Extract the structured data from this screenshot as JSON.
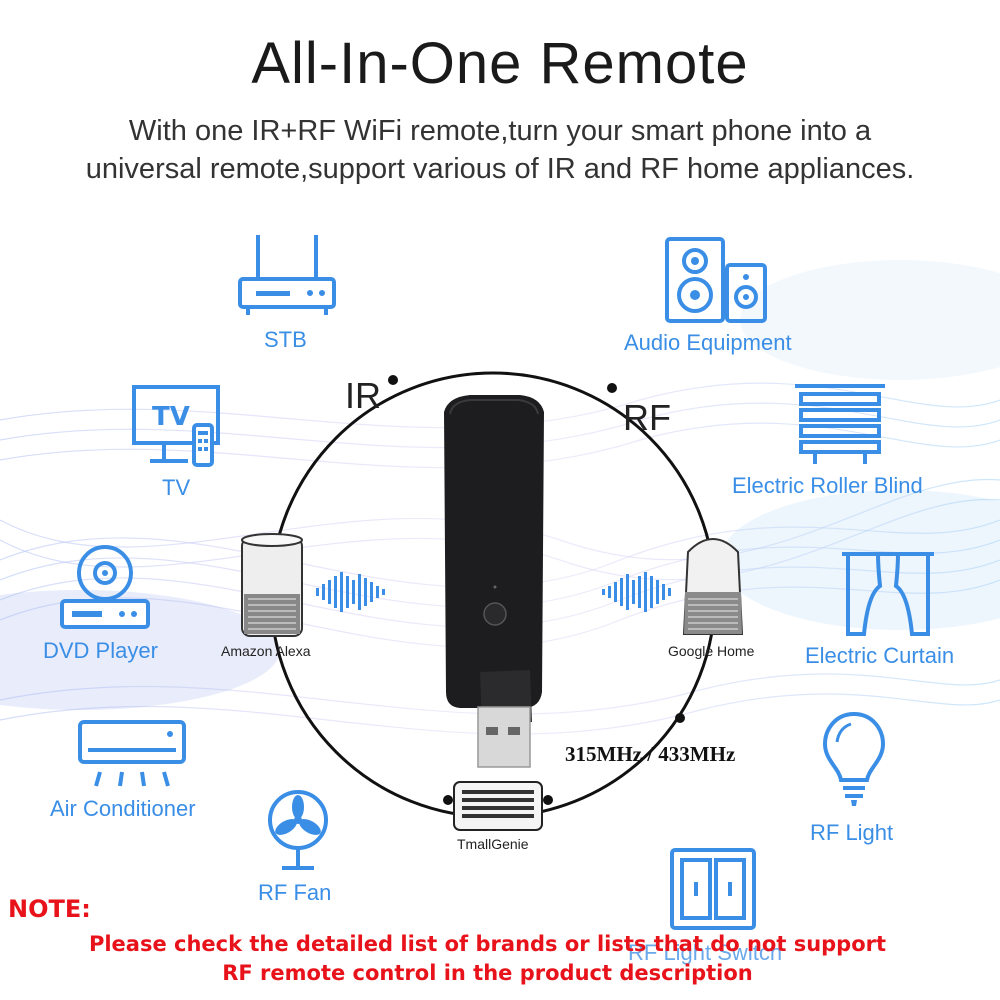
{
  "header": {
    "title": "All-In-One Remote",
    "subtitle_line1": "With one IR+RF WiFi remote,turn your smart phone into a",
    "subtitle_line2": "universal remote,support various of IR and RF home appliances."
  },
  "hub": {
    "ir_label": "IR",
    "rf_label": "RF",
    "frequency": "315MHz / 433MHz",
    "speakers": {
      "left": "Amazon Alexa",
      "right": "Google Home",
      "bottom": "TmallGenie"
    }
  },
  "devices_ir": {
    "stb": "STB",
    "tv": "TV",
    "dvd": "DVD Player",
    "ac": "Air Conditioner",
    "fan": "RF Fan"
  },
  "devices_rf": {
    "audio": "Audio Equipment",
    "blind": "Electric Roller Blind",
    "curtain": "Electric Curtain",
    "light": "RF Light",
    "switch": "RF Light Switch"
  },
  "icons": {
    "tv_icon_text": "TV"
  },
  "note": {
    "heading": "NOTE:",
    "line1": "Please check the detailed list of brands or lists that do not support",
    "line2": "RF remote control in the product description"
  },
  "colors": {
    "accent": "#3a8ee6",
    "note": "#e8131a"
  }
}
